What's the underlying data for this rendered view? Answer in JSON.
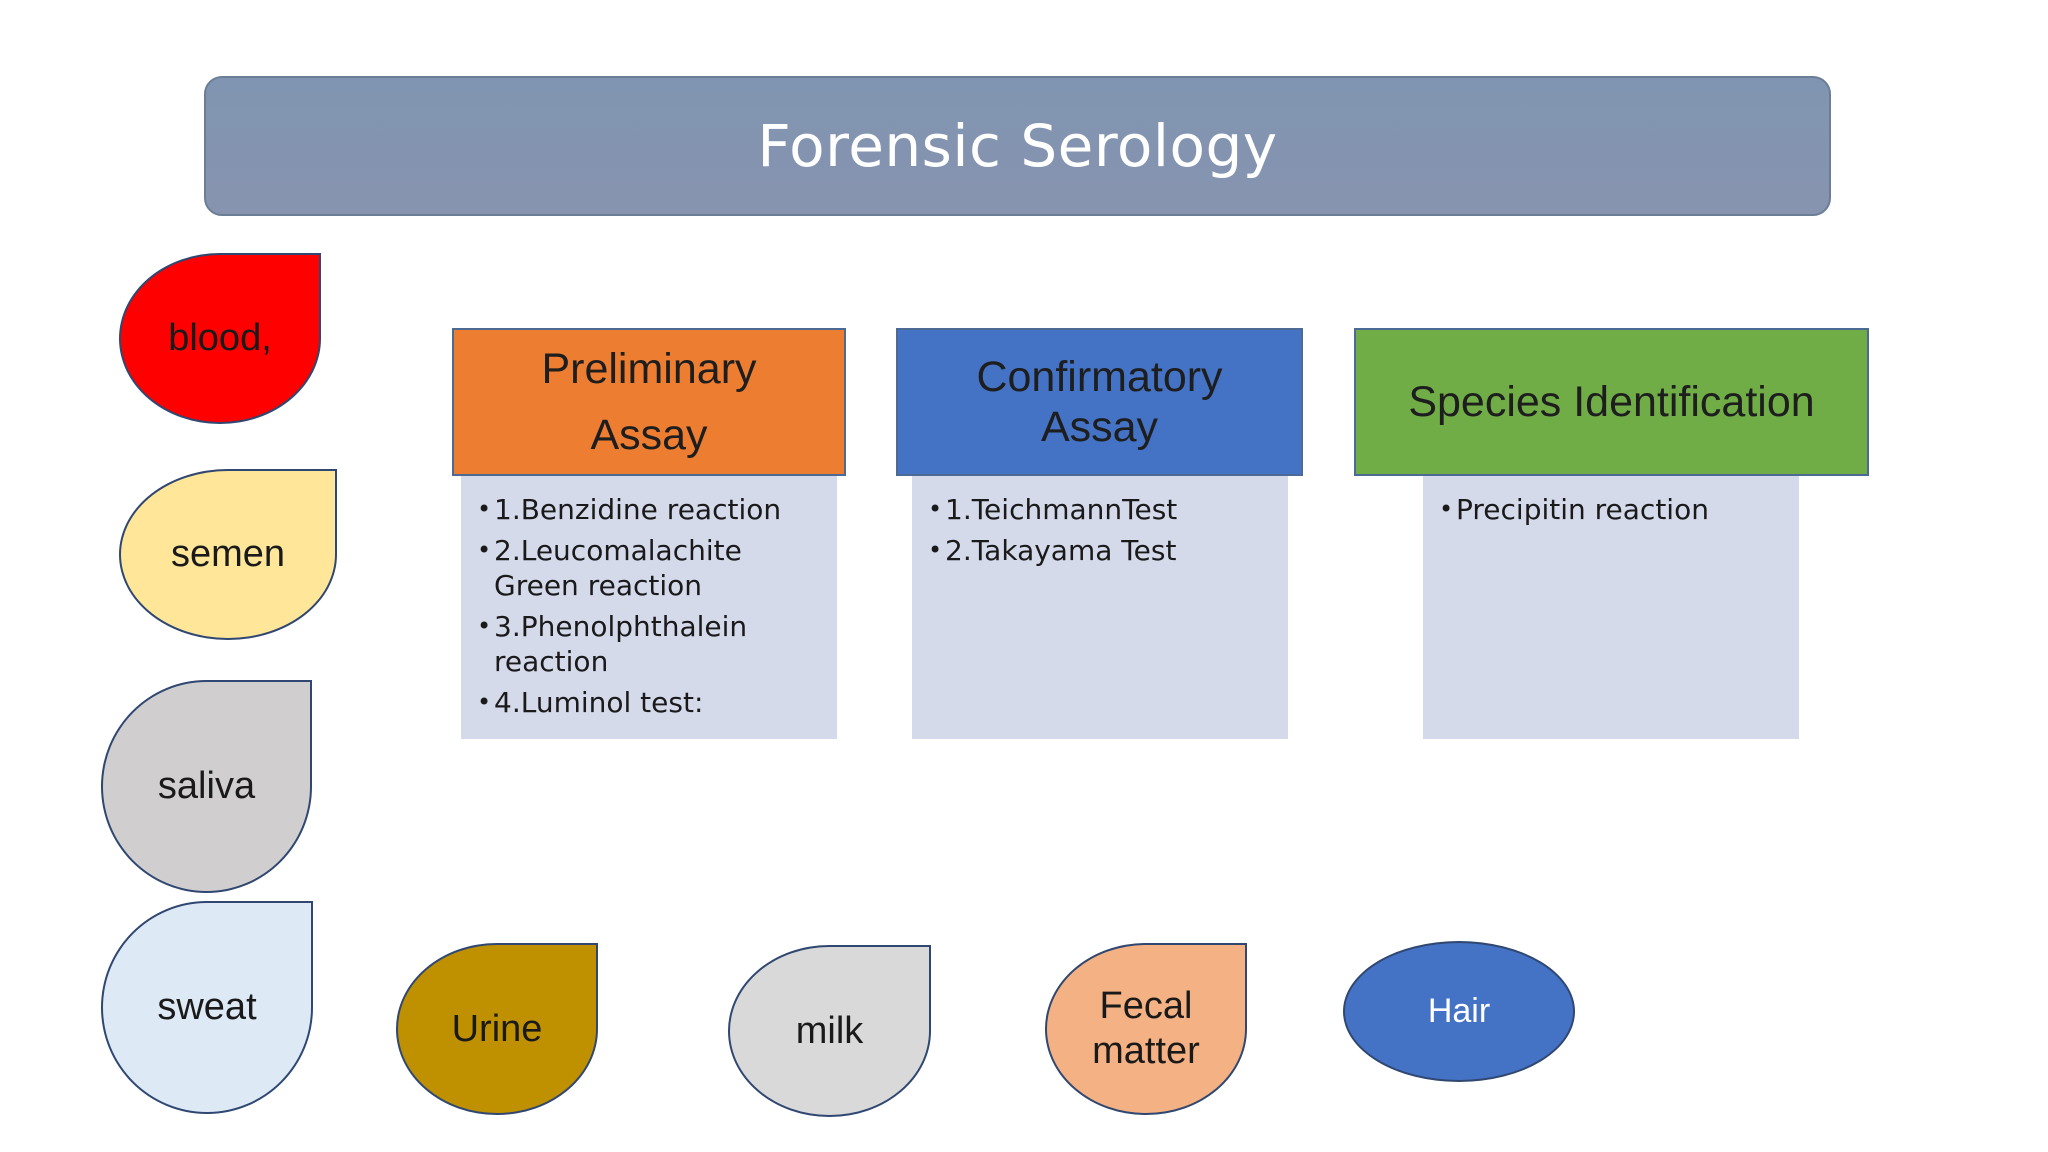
{
  "title": "Forensic Serology",
  "samples": [
    {
      "key": "blood",
      "label": "blood,",
      "color": "#ff0000"
    },
    {
      "key": "semen",
      "label": "semen",
      "color": "#ffe699"
    },
    {
      "key": "saliva",
      "label": "saliva",
      "color": "#d0cece"
    },
    {
      "key": "sweat",
      "label": "sweat",
      "color": "#dee9f6"
    },
    {
      "key": "urine",
      "label": "Urine",
      "color": "#bf9000"
    },
    {
      "key": "milk",
      "label": "milk",
      "color": "#d9d9d9"
    },
    {
      "key": "fecal",
      "label": "Fecal matter",
      "color": "#f4b183"
    },
    {
      "key": "hair",
      "label": "Hair",
      "color": "#4472c4"
    }
  ],
  "assays": [
    {
      "key": "preliminary",
      "heading": "Preliminary Assay",
      "color": "#ed7d31",
      "items": [
        "1.Benzidine reaction",
        "2.Leucomalachite Green reaction",
        "3.Phenolphthalein reaction",
        "4.Luminol test:"
      ]
    },
    {
      "key": "confirmatory",
      "heading": "Confirmatory Assay",
      "color": "#4472c4",
      "items": [
        "1.TeichmannTest",
        "2.Takayama Test"
      ]
    },
    {
      "key": "species",
      "heading": "Species Identification",
      "color": "#70ad47",
      "items": [
        "Precipitin reaction"
      ]
    }
  ]
}
